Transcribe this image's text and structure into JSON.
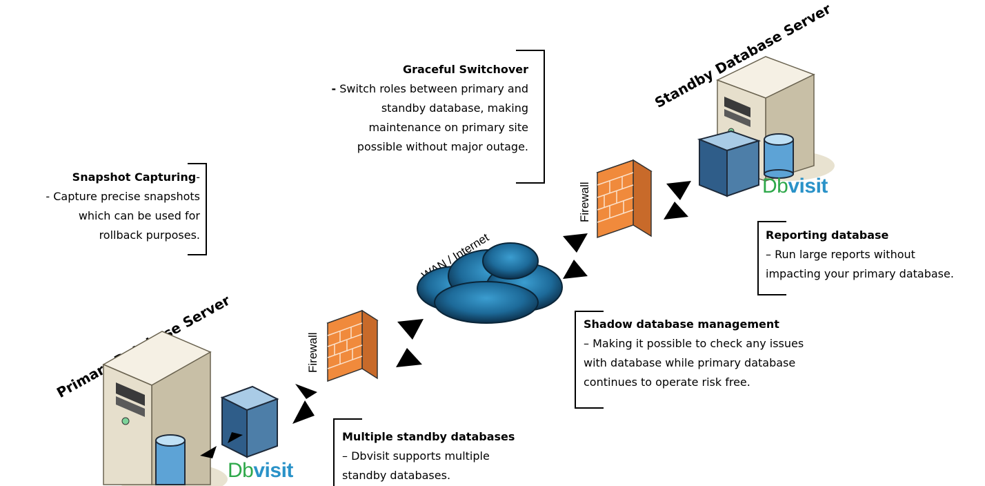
{
  "notes": {
    "graceful": {
      "title": "Graceful Switchover",
      "dash": "-",
      "lines": [
        "Switch roles between primary and",
        "standby database, making",
        "maintenance on primary site",
        "possible without major outage."
      ]
    },
    "snapshot": {
      "title": "Snapshot Capturing",
      "title_suffix": "-",
      "lines": [
        "- Capture precise snapshots",
        "which can be used for",
        "rollback purposes."
      ]
    },
    "reporting": {
      "title": "Reporting database",
      "lines": [
        "– Run large reports without",
        "impacting your primary database."
      ]
    },
    "shadow": {
      "title": "Shadow database management",
      "lines": [
        "– Making it possible to check any issues",
        "with database while primary database",
        "continues to operate risk free."
      ]
    },
    "multiple": {
      "title": "Multiple standby databases",
      "lines": [
        "– Dbvisit supports multiple",
        "standby databases."
      ]
    }
  },
  "labels": {
    "primary_server": "Primary Database Server",
    "standby_server": "Standby Database Server",
    "wan": "WAN / Internet",
    "firewall_left": "Firewall",
    "firewall_right": "Firewall"
  },
  "brand": {
    "part1": "Db",
    "part2": "visit"
  },
  "colors": {
    "brand_green": "#2ea84a",
    "brand_blue": "#2a92c8",
    "firewall": "#f08a3c",
    "cloud": "#1f6a96"
  }
}
